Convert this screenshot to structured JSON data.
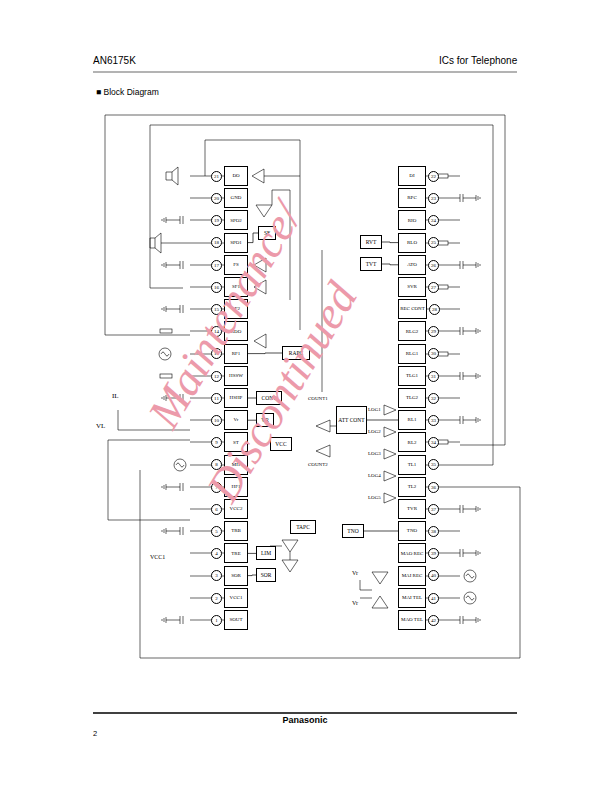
{
  "diagram": {
    "title": "■ Block Diagram",
    "nodes": [
      {
        "text": [
          "DO",
          "21"
        ]
      },
      {
        "text": [
          "GND",
          "20"
        ]
      },
      {
        "text": [
          "SPO2",
          "19"
        ]
      },
      {
        "text": [
          "SPO1",
          "18"
        ]
      },
      {
        "text": [
          "FS",
          "17"
        ]
      },
      {
        "text": [
          "SF1",
          "16"
        ]
      },
      {
        "text": [
          "SF2",
          "15"
        ]
      },
      {
        "text": [
          "RDO",
          "14"
        ]
      },
      {
        "text": [
          "RF1",
          "13"
        ]
      },
      {
        "text": [
          "HSSW",
          "12"
        ]
      },
      {
        "text": [
          "HSHP",
          "11"
        ]
      },
      {
        "text": [
          "Vr",
          "10"
        ]
      },
      {
        "text": [
          "ST",
          "9"
        ]
      },
      {
        "text": [
          "MI1",
          "8"
        ]
      },
      {
        "text": [
          "HF1",
          "7"
        ]
      },
      {
        "text": [
          "VCC2",
          "6"
        ]
      },
      {
        "text": [
          "TRB",
          "5"
        ]
      },
      {
        "text": [
          "TRE",
          "4"
        ]
      },
      {
        "text": [
          "SOR",
          "3"
        ]
      },
      {
        "text": [
          "VCC1",
          "2"
        ]
      },
      {
        "text": [
          "SOUT",
          "1"
        ]
      },
      {
        "text": [
          "DI",
          "22"
        ]
      },
      {
        "text": [
          "RPC",
          "23"
        ]
      },
      {
        "text": [
          "RIO",
          "24"
        ]
      },
      {
        "text": [
          "RLO",
          "25"
        ]
      },
      {
        "text": [
          "ATO",
          "26"
        ]
      },
      {
        "text": [
          "SVR",
          "27"
        ]
      },
      {
        "text": [
          "REC CONT",
          "28"
        ]
      },
      {
        "text": [
          "RLG2",
          "29"
        ]
      },
      {
        "text": [
          "RLG1",
          "30"
        ]
      },
      {
        "text": [
          "TLG1",
          "31"
        ]
      },
      {
        "text": [
          "TLG2",
          "32"
        ]
      },
      {
        "text": [
          "RL1",
          "33"
        ]
      },
      {
        "text": [
          "RL2",
          "34"
        ]
      },
      {
        "text": [
          "TL1",
          "35"
        ]
      },
      {
        "text": [
          "TL2",
          "36"
        ]
      },
      {
        "text": [
          "TVR",
          "37"
        ]
      },
      {
        "text": [
          "TNO",
          "38"
        ]
      },
      {
        "text": [
          "MAO REC",
          "39"
        ]
      },
      {
        "text": [
          "MAI REC",
          "40"
        ]
      },
      {
        "text": [
          "MAI TEL",
          "41"
        ]
      },
      {
        "text": [
          "MAO TEL",
          "42"
        ]
      },
      {
        "text": [
          "SF"
        ]
      },
      {
        "text": [
          "RAPC"
        ]
      },
      {
        "text": [
          "CONT"
        ]
      },
      {
        "text": [
          "VR"
        ]
      },
      {
        "text": [
          "VCC"
        ]
      },
      {
        "text": [
          "TAPC"
        ]
      },
      {
        "text": [
          "LIM"
        ]
      },
      {
        "text": [
          "SOR"
        ]
      },
      {
        "text": [
          "ATT CONT"
        ]
      },
      {
        "text": [
          "TNO"
        ]
      },
      {
        "text": [
          "RVT"
        ]
      },
      {
        "text": [
          "TVT"
        ]
      }
    ],
    "edges": [
      {
        "from": 3,
        "to": 42,
        "arrow": "none"
      },
      {
        "from": 8,
        "to": 43,
        "arrow": "none"
      },
      {
        "from": 10,
        "to": 44,
        "arrow": "none"
      },
      {
        "from": 11,
        "to": 45,
        "arrow": "none"
      },
      {
        "from": 17,
        "to": 48,
        "arrow": "none"
      },
      {
        "from": 18,
        "to": 49,
        "arrow": "none"
      },
      {
        "from": 51,
        "to": 37,
        "arrow": "none"
      },
      {
        "from": 52,
        "to": 24,
        "arrow": "none"
      },
      {
        "from": 53,
        "to": 25,
        "arrow": "none"
      },
      {
        "from": 50,
        "to": 32,
        "arrow": "none"
      }
    ],
    "labels": [
      "AN6175K",
      "ICs for Telephone",
      "Panasonic",
      "2",
      "IL",
      "VL",
      "VCC1",
      "Vr",
      "Vr",
      "COUNT1",
      "COUNT2",
      "LOG1",
      "LOG2",
      "LOG3",
      "LOG4",
      "LOG5",
      "Maintenance/",
      "Discontinued"
    ]
  }
}
